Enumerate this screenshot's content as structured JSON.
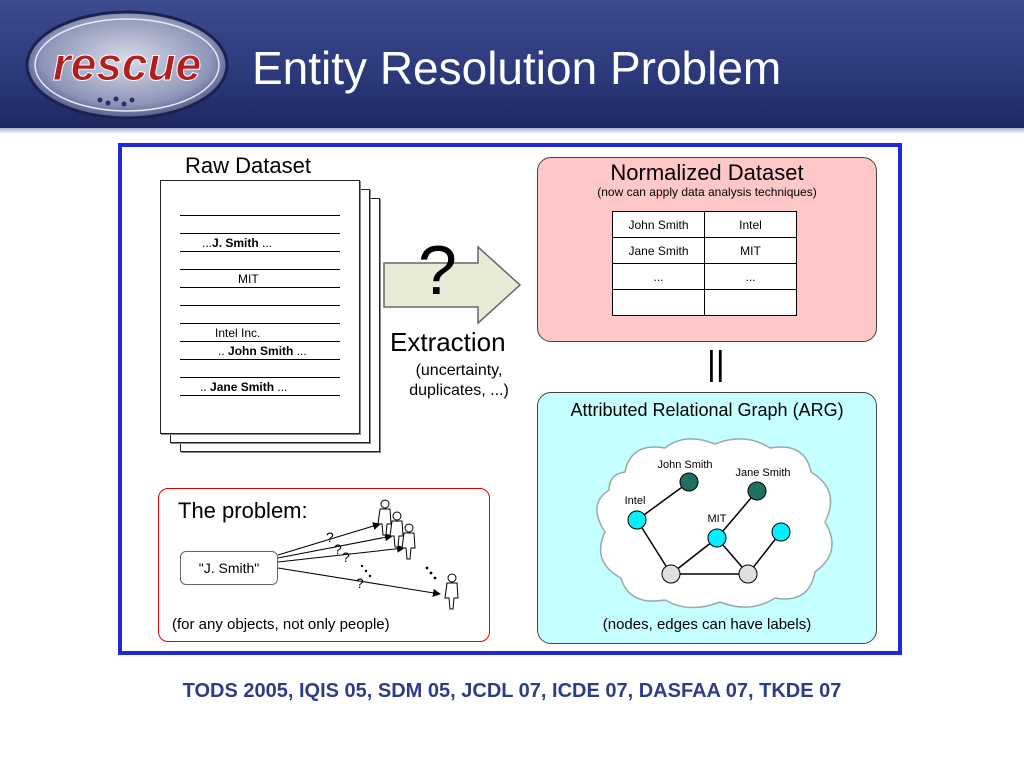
{
  "header": {
    "logo_text": "rescue",
    "title": "Entity Resolution Problem"
  },
  "raw_dataset": {
    "title": "Raw Dataset",
    "lines": [
      {
        "pre": "...",
        "bold": "J. Smith",
        "post": " ..."
      },
      {
        "pre": "",
        "bold": "",
        "post": "MIT"
      },
      {
        "pre": "",
        "bold": "",
        "post": "Intel Inc."
      },
      {
        "pre": ".. ",
        "bold": "John Smith",
        "post": " ..."
      },
      {
        "pre": ".. ",
        "bold": "Jane Smith",
        "post": " ..."
      }
    ]
  },
  "extraction": {
    "question": "?",
    "label": "Extraction",
    "sub_line1": "(uncertainty,",
    "sub_line2": "duplicates, ...)"
  },
  "normalized": {
    "title": "Normalized Dataset",
    "subtitle": "(now can apply data analysis techniques)",
    "rows": [
      [
        "John Smith",
        "Intel"
      ],
      [
        "Jane Smith",
        "MIT"
      ],
      [
        "...",
        "..."
      ],
      [
        "",
        ""
      ]
    ]
  },
  "equals_sign": "||",
  "arg": {
    "title": "Attributed Relational Graph (ARG)",
    "node_labels": {
      "john": "John Smith",
      "jane": "Jane Smith",
      "intel": "Intel",
      "mit": "MIT"
    },
    "caption": "(nodes, edges can have labels)"
  },
  "problem": {
    "title": "The problem:",
    "name": "\"J. Smith\"",
    "q1": "?",
    "q2": "?",
    "q3": "?",
    "q4": "?",
    "caption": "(for any objects, not only people)"
  },
  "references": "TODS 2005, IQIS 05, SDM 05,  JCDL 07, ICDE 07, DASFAA 07, TKDE 07",
  "colors": {
    "header": "#2c3a7c",
    "frame": "#1f29d8",
    "normalized_bg": "#ffc8c8",
    "arg_bg": "#c6ffff",
    "problem_border": "#e00000",
    "node_dark": "#1f6f64",
    "node_cyan": "#00f0ff",
    "node_grey": "#e0e0e0"
  }
}
